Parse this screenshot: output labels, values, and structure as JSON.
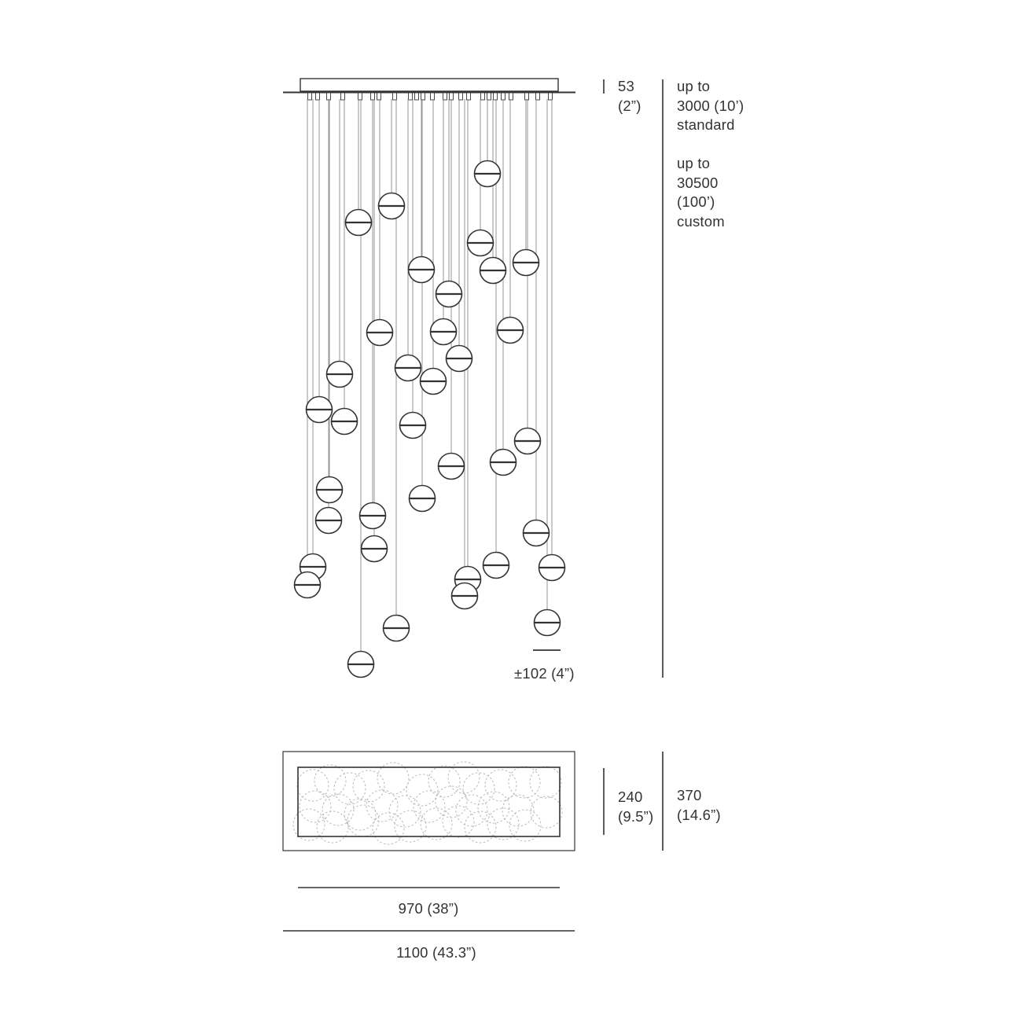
{
  "labels": {
    "canopy_height": [
      "53",
      "(2”)"
    ],
    "length_standard": [
      "up to",
      "3000 (10’)",
      "standard"
    ],
    "length_custom": [
      "up to",
      "30500",
      "(100’)",
      "custom"
    ],
    "drop_tolerance": "±102 (4”)",
    "inner_depth": [
      "240",
      "(9.5”)"
    ],
    "outer_depth": [
      "370",
      "(14.6”)"
    ],
    "inner_width": "970 (38”)",
    "outer_width": "1100 (43.3”)"
  },
  "colors": {
    "line": "#333333",
    "cord": "#8a8a8a",
    "dashed": "#b8b8b8"
  },
  "pendants": [
    {
      "drop": 0.087,
      "index": 1
    },
    {
      "drop": 0.117,
      "index": 2
    },
    {
      "drop": 0.101,
      "index": 3
    },
    {
      "drop": 0.173,
      "index": 4
    },
    {
      "drop": 0.2,
      "index": 5
    }
  ]
}
